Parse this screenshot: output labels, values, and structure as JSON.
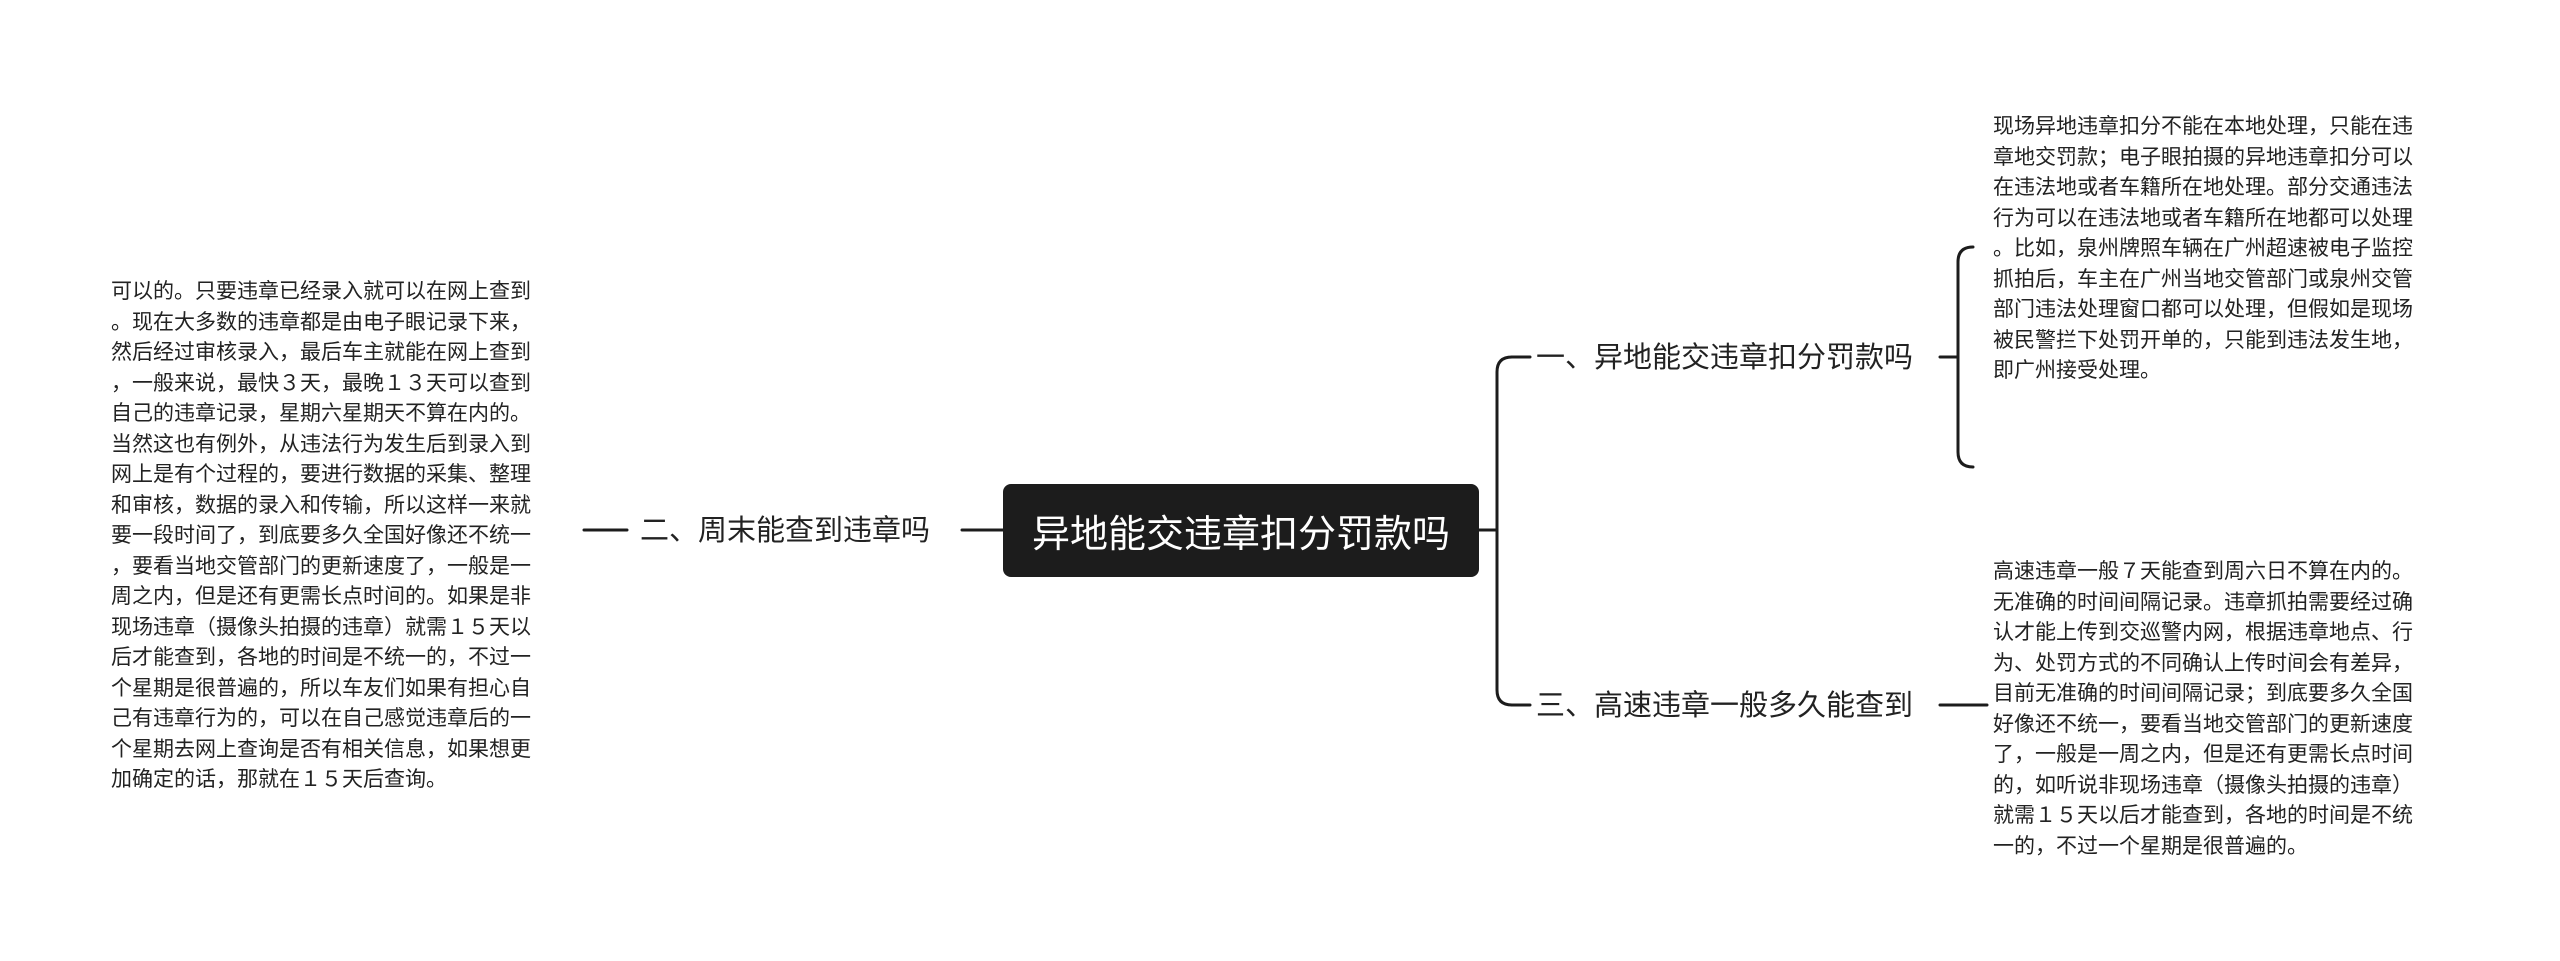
{
  "root": {
    "title": "异地能交违章扣分罚款吗"
  },
  "branches": [
    {
      "label": "一、异地能交违章扣分罚款吗",
      "lines": [
        "现场异地违章扣分不能在本地处理，只能在违",
        "章地交罚款；电子眼拍摄的异地违章扣分可以",
        "在违法地或者车籍所在地处理。部分交通违法",
        "行为可以在违法地或者车籍所在地都可以处理",
        "。比如，泉州牌照车辆在广州超速被电子监控",
        "抓拍后，车主在广州当地交管部门或泉州交管",
        "部门违法处理窗口都可以处理，但假如是现场",
        "被民警拦下处罚开单的，只能到违法发生地，",
        "即广州接受处理。"
      ]
    },
    {
      "label": "二、周末能查到违章吗",
      "lines": [
        "可以的。只要违章已经录入就可以在网上查到",
        "。现在大多数的违章都是由电子眼记录下来，",
        "然后经过审核录入，最后车主就能在网上查到",
        "，一般来说，最快３天，最晚１３天可以查到",
        "自己的违章记录，星期六星期天不算在内的。",
        "当然这也有例外，从违法行为发生后到录入到",
        "网上是有个过程的，要进行数据的采集、整理",
        "和审核，数据的录入和传输，所以这样一来就",
        "要一段时间了，到底要多久全国好像还不统一",
        "，要看当地交管部门的更新速度了，一般是一",
        "周之内，但是还有更需长点时间的。如果是非",
        "现场违章（摄像头拍摄的违章）就需１５天以",
        "后才能查到，各地的时间是不统一的，不过一",
        "个星期是很普遍的，所以车友们如果有担心自",
        "己有违章行为的，可以在自己感觉违章后的一",
        "个星期去网上查询是否有相关信息，如果想更",
        "加确定的话，那就在１５天后查询。"
      ]
    },
    {
      "label": "三、高速违章一般多久能查到",
      "lines": [
        "高速违章一般７天能查到周六日不算在内的。",
        "无准确的时间间隔记录。违章抓拍需要经过确",
        "认才能上传到交巡警内网，根据违章地点、行",
        "为、处罚方式的不同确认上传时间会有差异，",
        "目前无准确的时间间隔记录；到底要多久全国",
        "好像还不统一，要看当地交管部门的更新速度",
        "了，一般是一周之内，但是还有更需长点时间",
        "的，如听说非现场违章（摄像头拍摄的违章）",
        "就需１５天以后才能查到，各地的时间是不统",
        "一的，不过一个星期是很普遍的。"
      ]
    }
  ]
}
